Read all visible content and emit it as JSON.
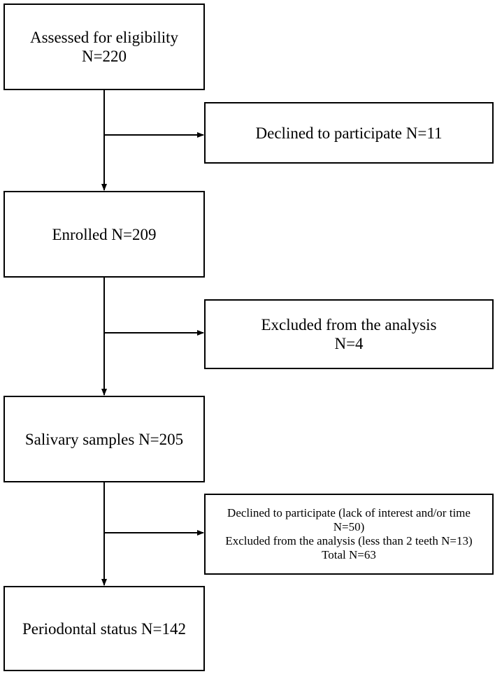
{
  "diagram": {
    "boxes": {
      "eligibility": {
        "lines": [
          "Assessed for eligibility",
          "N=220"
        ]
      },
      "declined_1": {
        "lines": [
          "Declined to participate N=11"
        ]
      },
      "enrolled": {
        "lines": [
          "Enrolled N=209"
        ]
      },
      "excluded_1": {
        "lines": [
          "Excluded from the analysis",
          "N=4"
        ]
      },
      "salivary": {
        "lines": [
          "Salivary samples N=205"
        ]
      },
      "declined_2": {
        "lines": [
          "Declined to participate (lack of interest and/or time",
          "N=50)",
          "Excluded from the analysis (less than 2 teeth N=13)",
          "Total N=63"
        ]
      },
      "periodontal": {
        "lines": [
          "Periodontal status N=142"
        ]
      }
    },
    "colors": {
      "stroke": "#000000",
      "background": "#ffffff"
    }
  }
}
